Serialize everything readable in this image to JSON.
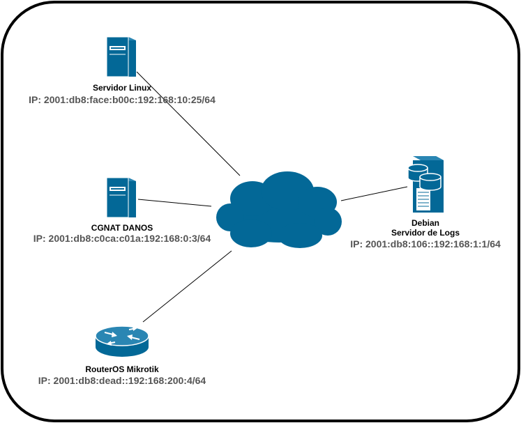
{
  "colors": {
    "frame_stroke": "#000000",
    "device_fill": "#036897",
    "device_light": "#ffffff",
    "link_stroke": "#000000",
    "name_text": "#000000",
    "ip_text": "#555555"
  },
  "nodes": {
    "servidor_linux": {
      "icon": "server-tower-icon",
      "name": "Servidor Linux",
      "ip": "IP: 2001:db8:face:b00c:192:168:10:25/64"
    },
    "cgnat": {
      "icon": "server-tower-icon",
      "name": "CGNAT DANOS",
      "ip": "IP: 2001:db8:c0ca:c01a:192:168:0:3/64"
    },
    "debian": {
      "icon": "database-server-icon",
      "name_line1": "Debian",
      "name_line2": "Servidor de Logs",
      "ip": "IP: 2001:db8:106::192:168:1:1/64"
    },
    "mikrotik": {
      "icon": "router-icon",
      "name": "RouterOS Mikrotik",
      "ip": "IP: 2001:db8:dead::192:168:200:4/64"
    },
    "cloud": {
      "icon": "cloud-icon"
    }
  },
  "links": [
    {
      "from": "servidor_linux",
      "to": "cloud"
    },
    {
      "from": "cgnat",
      "to": "cloud"
    },
    {
      "from": "mikrotik",
      "to": "cloud"
    },
    {
      "from": "cloud",
      "to": "debian"
    }
  ]
}
